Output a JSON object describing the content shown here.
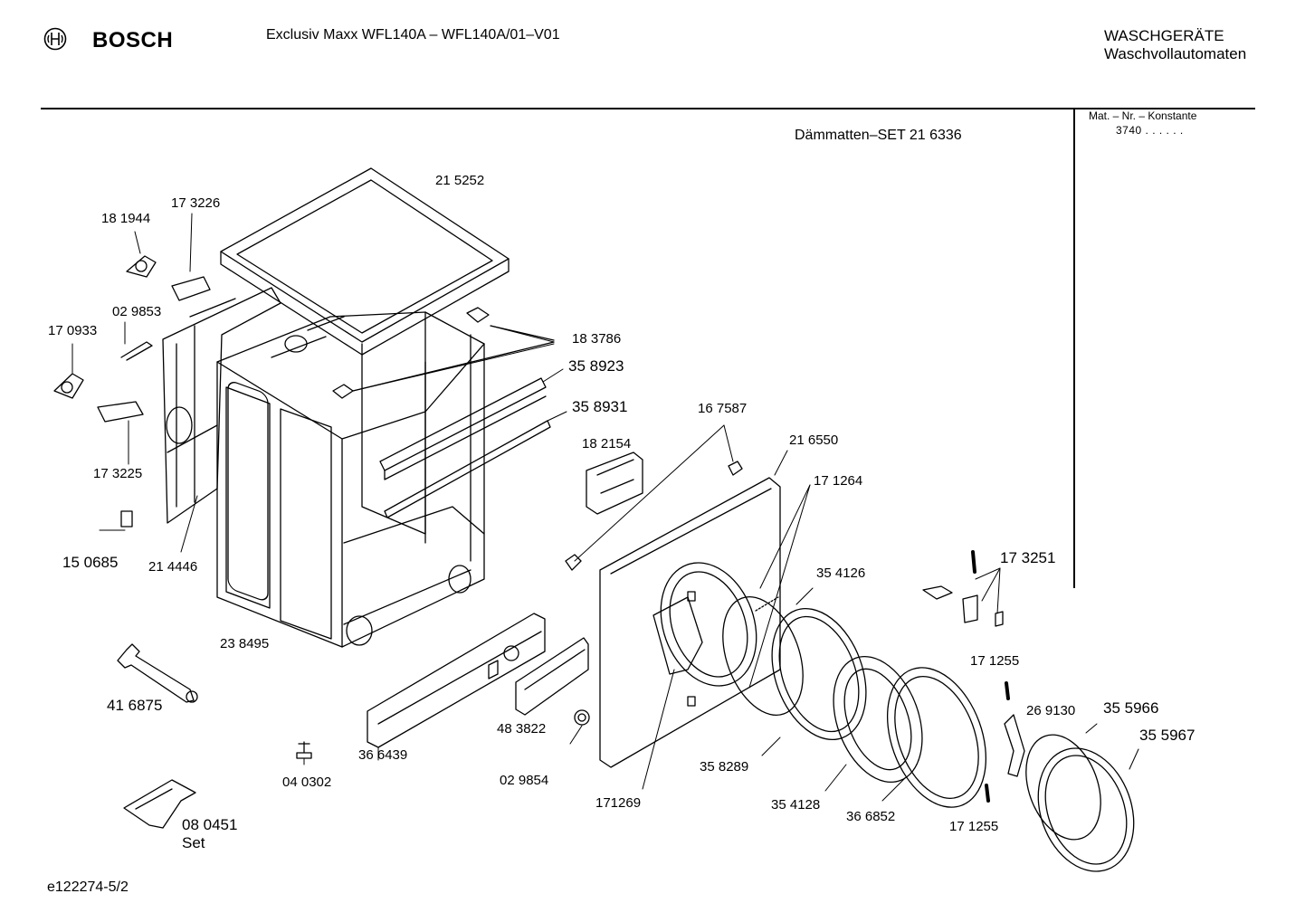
{
  "header": {
    "brand": "BOSCH",
    "model": "Exclusiv Maxx WFL140A  – WFL140A/01–V01",
    "category_line1": "WASCHGERÄTE",
    "category_line2": "Waschvollautomaten"
  },
  "sidebar": {
    "mat_label": "Mat. – Nr. – Konstante",
    "mat_value": "3740  .  .    .  .  .  ."
  },
  "set_note": "Dämmatten–SET 21 6336",
  "parts": {
    "p215252": "21 5252",
    "p181944": "18 1944",
    "p173226": "17 3226",
    "p029853": "02 9853",
    "p170933": "17 0933",
    "p173225": "17 3225",
    "p150685": "15 0685",
    "p214446": "21 4446",
    "p183786": "18 3786",
    "p358923": "35 8923",
    "p358931": "35 8931",
    "p167587": "16 7587",
    "p182154": "18 2154",
    "p216550": "21 6550",
    "p171264": "17 1264",
    "p354126": "35 4126",
    "p173251": "17 3251",
    "p238495": "23 8495",
    "p416875": "41 6875",
    "p366439": "36 6439",
    "p483822": "48 3822",
    "p029854": "02 9854",
    "p040302": "04 0302",
    "p080451": "08 0451",
    "p080451_set": "Set",
    "p171269": "171269",
    "p358289": "35 8289",
    "p354128": "35 4128",
    "p366852": "36 6852",
    "p171255a": "17 1255",
    "p171255b": "17 1255",
    "p269130": "26 9130",
    "p355966": "35 5966",
    "p355967": "35 5967"
  },
  "footer": {
    "doc_id": "e122274-5/2"
  }
}
